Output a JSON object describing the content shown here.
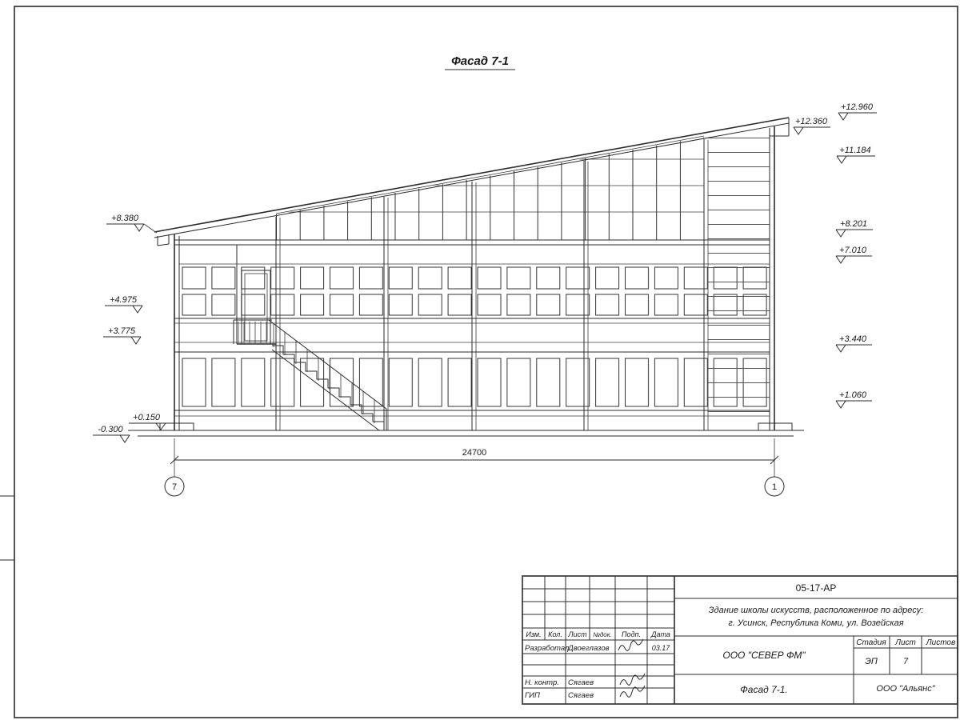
{
  "sheet": {
    "drawing_title": "Фасад 7-1",
    "dimension_total": "24700",
    "axis_left": "7",
    "axis_right": "1",
    "elev_left": [
      "+8.380",
      "+4.975",
      "+3.775",
      "+0.150",
      "-0.300"
    ],
    "elev_right": [
      "+12.960",
      "+12.360",
      "+11.184",
      "+8.201",
      "+7.010",
      "+3.440",
      "+1.060"
    ]
  },
  "title_block": {
    "doc_number": "05-17-АР",
    "project_line1": "Здание школы искусств, расположенное по адресу:",
    "project_line2": "г. Усинск, Республика Коми, ул. Возейская",
    "design_company": "ООО \"СЕВЕР ФМ\"",
    "sheet_caption": "Фасад 7-1.",
    "contractor_company": "ООО \"Альянс\"",
    "stage_label": "Стадия",
    "sheet_label": "Лист",
    "sheets_label": "Листов",
    "stage_value": "ЭП",
    "sheet_value": "7",
    "columns": [
      "Изм.",
      "Кол.",
      "Лист",
      "№док.",
      "Подп.",
      "Дата"
    ],
    "rows": [
      {
        "role": "Разработал",
        "name": "Двоеглазов",
        "date": "03.17"
      },
      {
        "role": "Н. контр.",
        "name": "Сягаев",
        "date": ""
      },
      {
        "role": "ГИП",
        "name": "Сягаев",
        "date": ""
      }
    ]
  }
}
